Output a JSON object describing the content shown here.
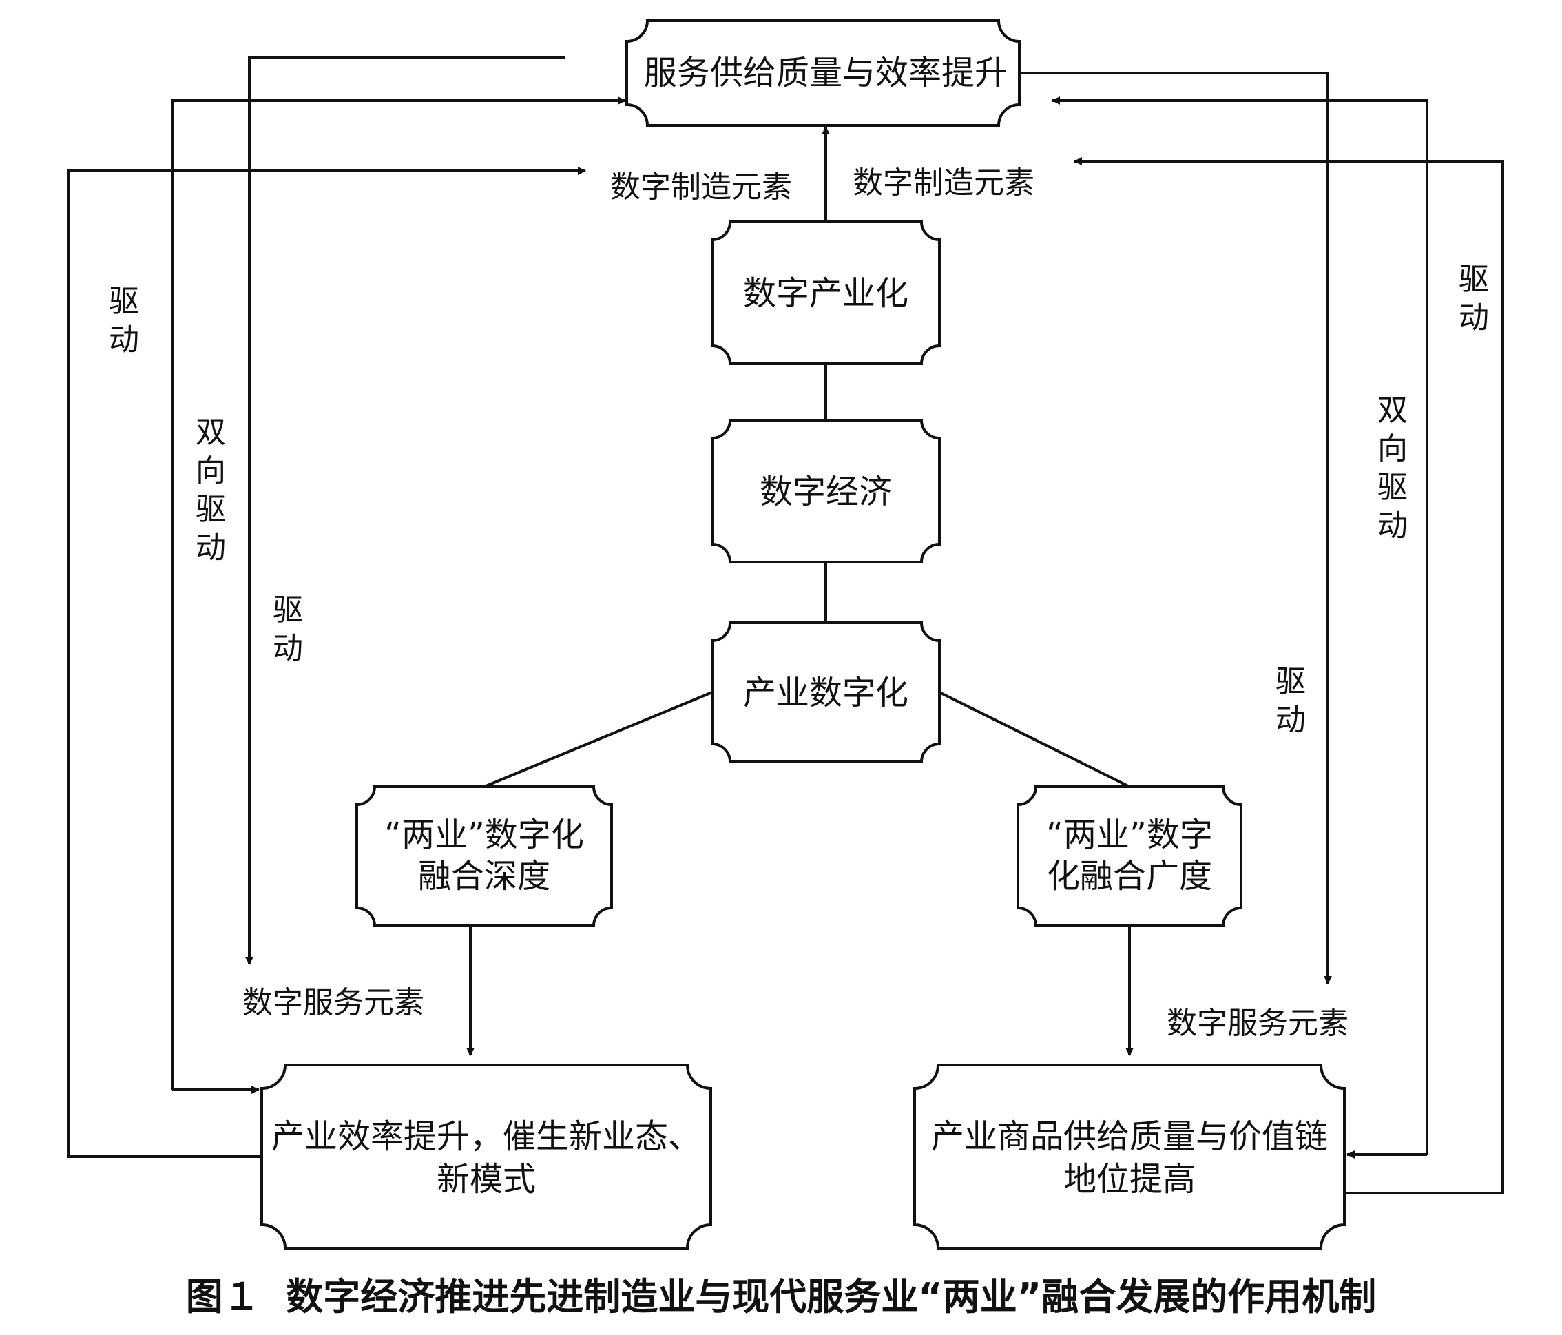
{
  "nodes": {
    "service_quality": "服务供给质量与效率提升",
    "digital_industrialization": "数字产业化",
    "digital_economy": "数字经济",
    "industrial_digitalization": "产业数字化",
    "depth_line1": "“两业”数字化",
    "depth_line2": "融合深度",
    "breadth_line1": "“两业”数字",
    "breadth_line2": "化融合广度",
    "efficiency_line1": "产业效率提升，催生新业态、",
    "efficiency_line2": "新模式",
    "goods_line1": "产业商品供给质量与价值链",
    "goods_line2": "地位提高"
  },
  "labels": {
    "mfg_elements_left": "数字制造元素",
    "mfg_elements_right": "数字制造元素",
    "svc_elements_left": "数字服务元素",
    "svc_elements_right": "数字服务元素",
    "drive_outer_left": [
      "驱",
      "动"
    ],
    "bidir_left": [
      "双",
      "向",
      "驱",
      "动"
    ],
    "drive_inner_left": [
      "驱",
      "动"
    ],
    "drive_outer_right": [
      "驱",
      "动"
    ],
    "bidir_right": [
      "双",
      "向",
      "驱",
      "动"
    ],
    "drive_inner_right": [
      "驱",
      "动"
    ]
  },
  "caption": "图１  数字经济推进先进制造业与现代服务业“两业”融合发展的作用机制"
}
